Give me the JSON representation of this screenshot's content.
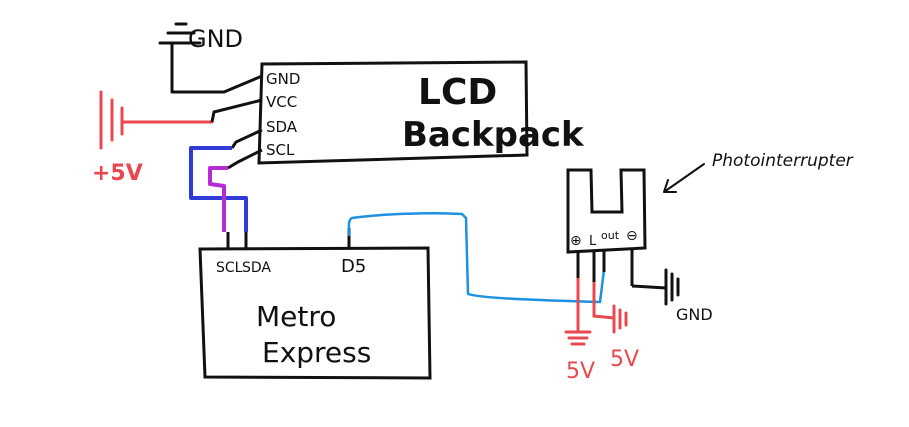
{
  "colors": {
    "ink": "#111111",
    "power": "#e8484f",
    "sda": "#2f3bd6",
    "scl": "#b52bd6",
    "signal": "#1e90e0"
  },
  "top_gnd": {
    "label": "GND"
  },
  "lcd": {
    "title_line1": "LCD",
    "title_line2": "Backpack",
    "pins": [
      "GND",
      "VCC",
      "SDA",
      "SCL"
    ]
  },
  "plus5v": {
    "label": "+5V"
  },
  "metro": {
    "title_line1": "Metro",
    "title_line2": "Express",
    "pins": {
      "scl": "SCL",
      "sda": "SDA",
      "d5": "D5"
    }
  },
  "photointerrupter": {
    "label": "Photointerrupter",
    "pins": {
      "plus": "⊕",
      "l": "L",
      "out": "out",
      "minus": "⊖"
    }
  },
  "right_rails": {
    "five_v_a": "5V",
    "five_v_b": "5V",
    "gnd": "GND"
  }
}
